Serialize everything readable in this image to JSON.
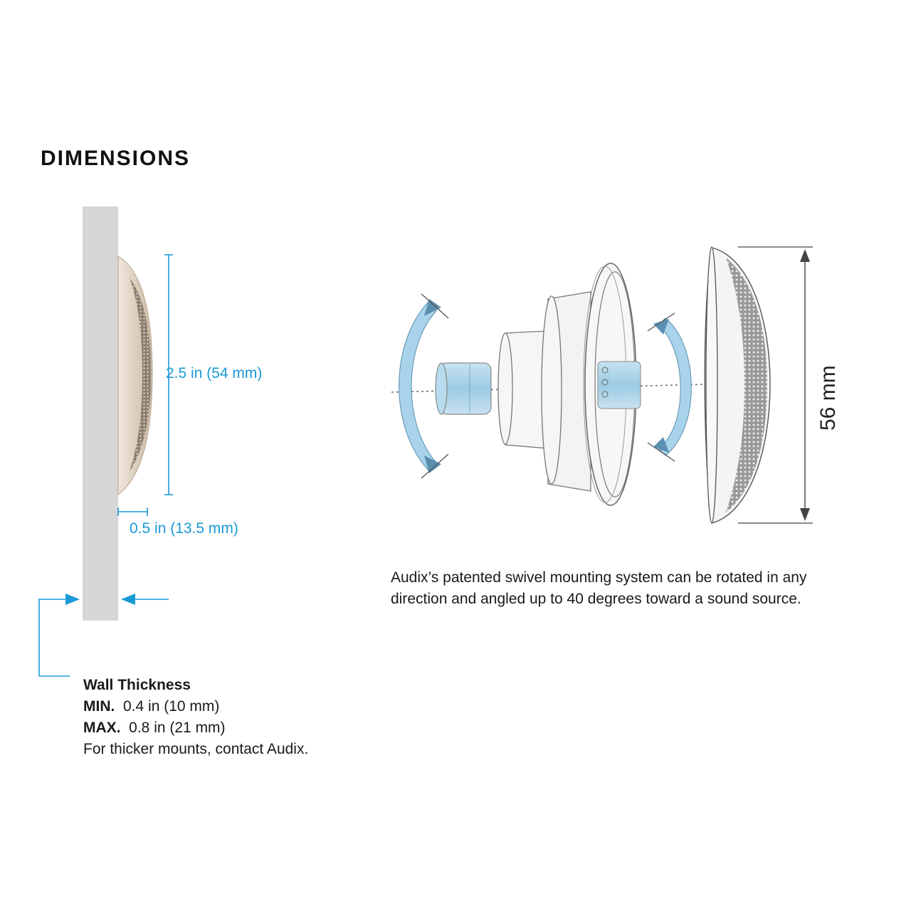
{
  "title": "DIMENSIONS",
  "side_view": {
    "height_label": "2.5 in (54 mm)",
    "depth_label": "0.5 in (13.5 mm)"
  },
  "wall_thickness": {
    "heading": "Wall Thickness",
    "min_label": "MIN.",
    "min_value": "0.4 in (10 mm)",
    "max_label": "MAX.",
    "max_value": "0.8 in (21 mm)",
    "note": "For thicker mounts, contact Audix."
  },
  "exploded_view": {
    "height_label": "56 mm",
    "caption": "Audix’s patented swivel mounting system can be rotated in any direction and angled up to 40 degrees toward a sound source."
  },
  "colors": {
    "accent": "#1a9ad6",
    "wall": "#d6d6d6",
    "arc_fill": "#a9d3ea"
  }
}
